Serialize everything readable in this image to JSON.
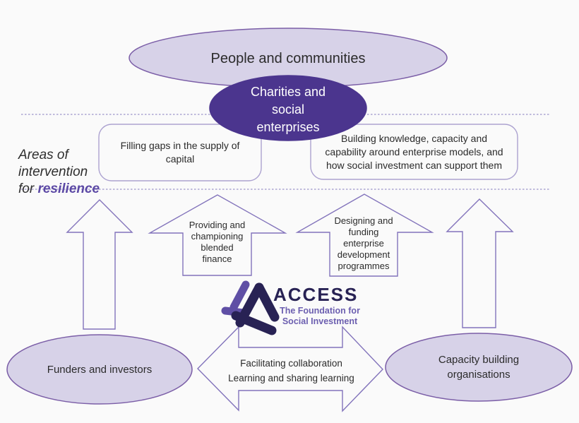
{
  "colors": {
    "background": "#fafafa",
    "light_fill": "#d7d2e8",
    "ellipse_stroke": "#7b5ea7",
    "dark_fill": "#4b358e",
    "box_stroke": "#aca2d0",
    "dotted_line": "#9c95c9",
    "arrow_stroke": "#8273bb",
    "text_dark": "#2b2b2b",
    "resilience": "#5c49a5",
    "logo_navy": "#282254",
    "logo_purple": "#5f4fa5",
    "logo_tagline": "#6c5fb0",
    "white_text": "#ffffff"
  },
  "top": {
    "people_label": "People and communities",
    "charities_label": "Charities and\nsocial\nenterprises"
  },
  "intervention": {
    "label_prefix": "Areas of intervention for ",
    "label_highlight": "resilience",
    "box_left": "Filling gaps in the supply of\ncapital",
    "box_right": "Building knowledge, capacity and\ncapability around enterprise models, and\nhow social investment can support them"
  },
  "arrows": {
    "providing": "Providing and\nchampioning\nblended\nfinance",
    "designing": "Designing and\nfunding\nenterprise\ndevelopment\nprogrammes",
    "facilitating": "Facilitating collaboration\nLearning and sharing learning"
  },
  "logo": {
    "name": "ACCESS",
    "tagline_line1": "The Foundation for",
    "tagline_line2": "Social Investment"
  },
  "bottom": {
    "funders_label": "Funders and investors",
    "capacity_label": "Capacity building\norganisations"
  }
}
